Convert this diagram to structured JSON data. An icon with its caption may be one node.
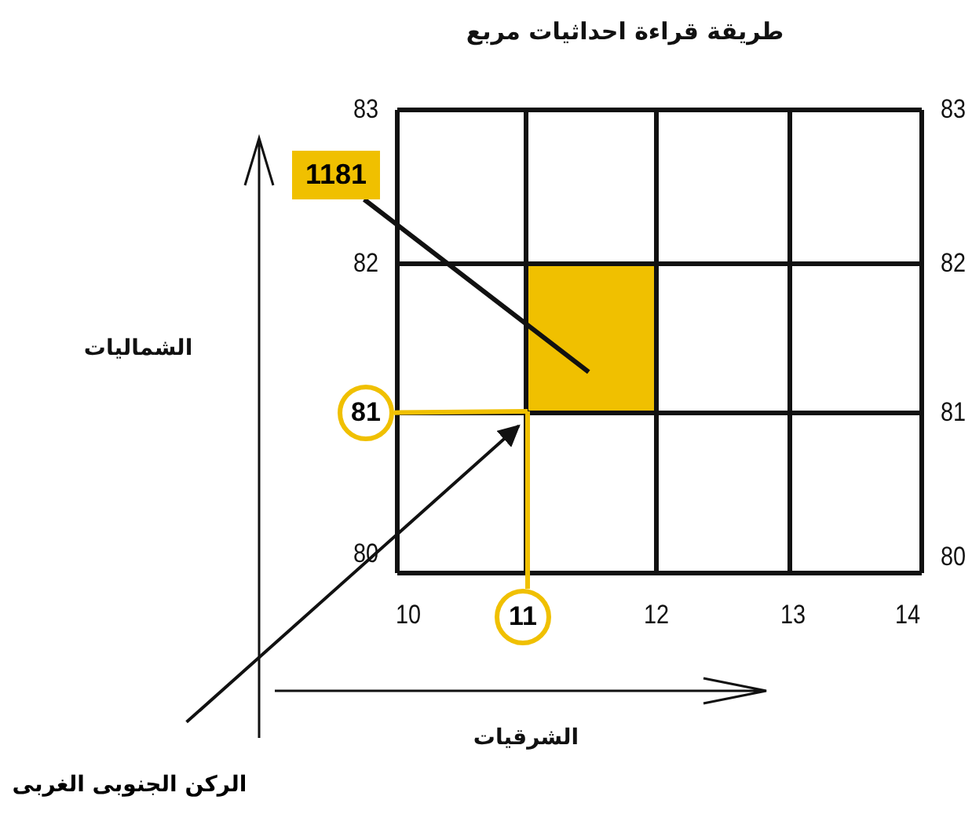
{
  "diagram": {
    "title": "طريقة قراءة احداثيات مربع",
    "nodes": [
      {
        "text": [
          "1181"
        ]
      },
      {
        "text": [],
        "shape": "box"
      },
      {
        "text": [
          "81"
        ]
      },
      {
        "text": [
          "11"
        ]
      },
      {
        "text": [
          "الركن الجنوبى الغربى"
        ]
      }
    ],
    "edges": [
      {
        "from": 0,
        "to": 1,
        "arrow": "none"
      },
      {
        "from": 2,
        "to": 1,
        "arrow": "none",
        "color": "#f0c000"
      },
      {
        "from": 3,
        "to": 1,
        "arrow": "none",
        "color": "#f0c000"
      },
      {
        "from": 4,
        "to": 1,
        "arrow": "to"
      }
    ],
    "labels": [
      "83",
      "83",
      "82",
      "82",
      "81",
      "80",
      "80",
      "10",
      "12",
      "13",
      "14",
      "الشماليات",
      "الشرقيات"
    ]
  }
}
